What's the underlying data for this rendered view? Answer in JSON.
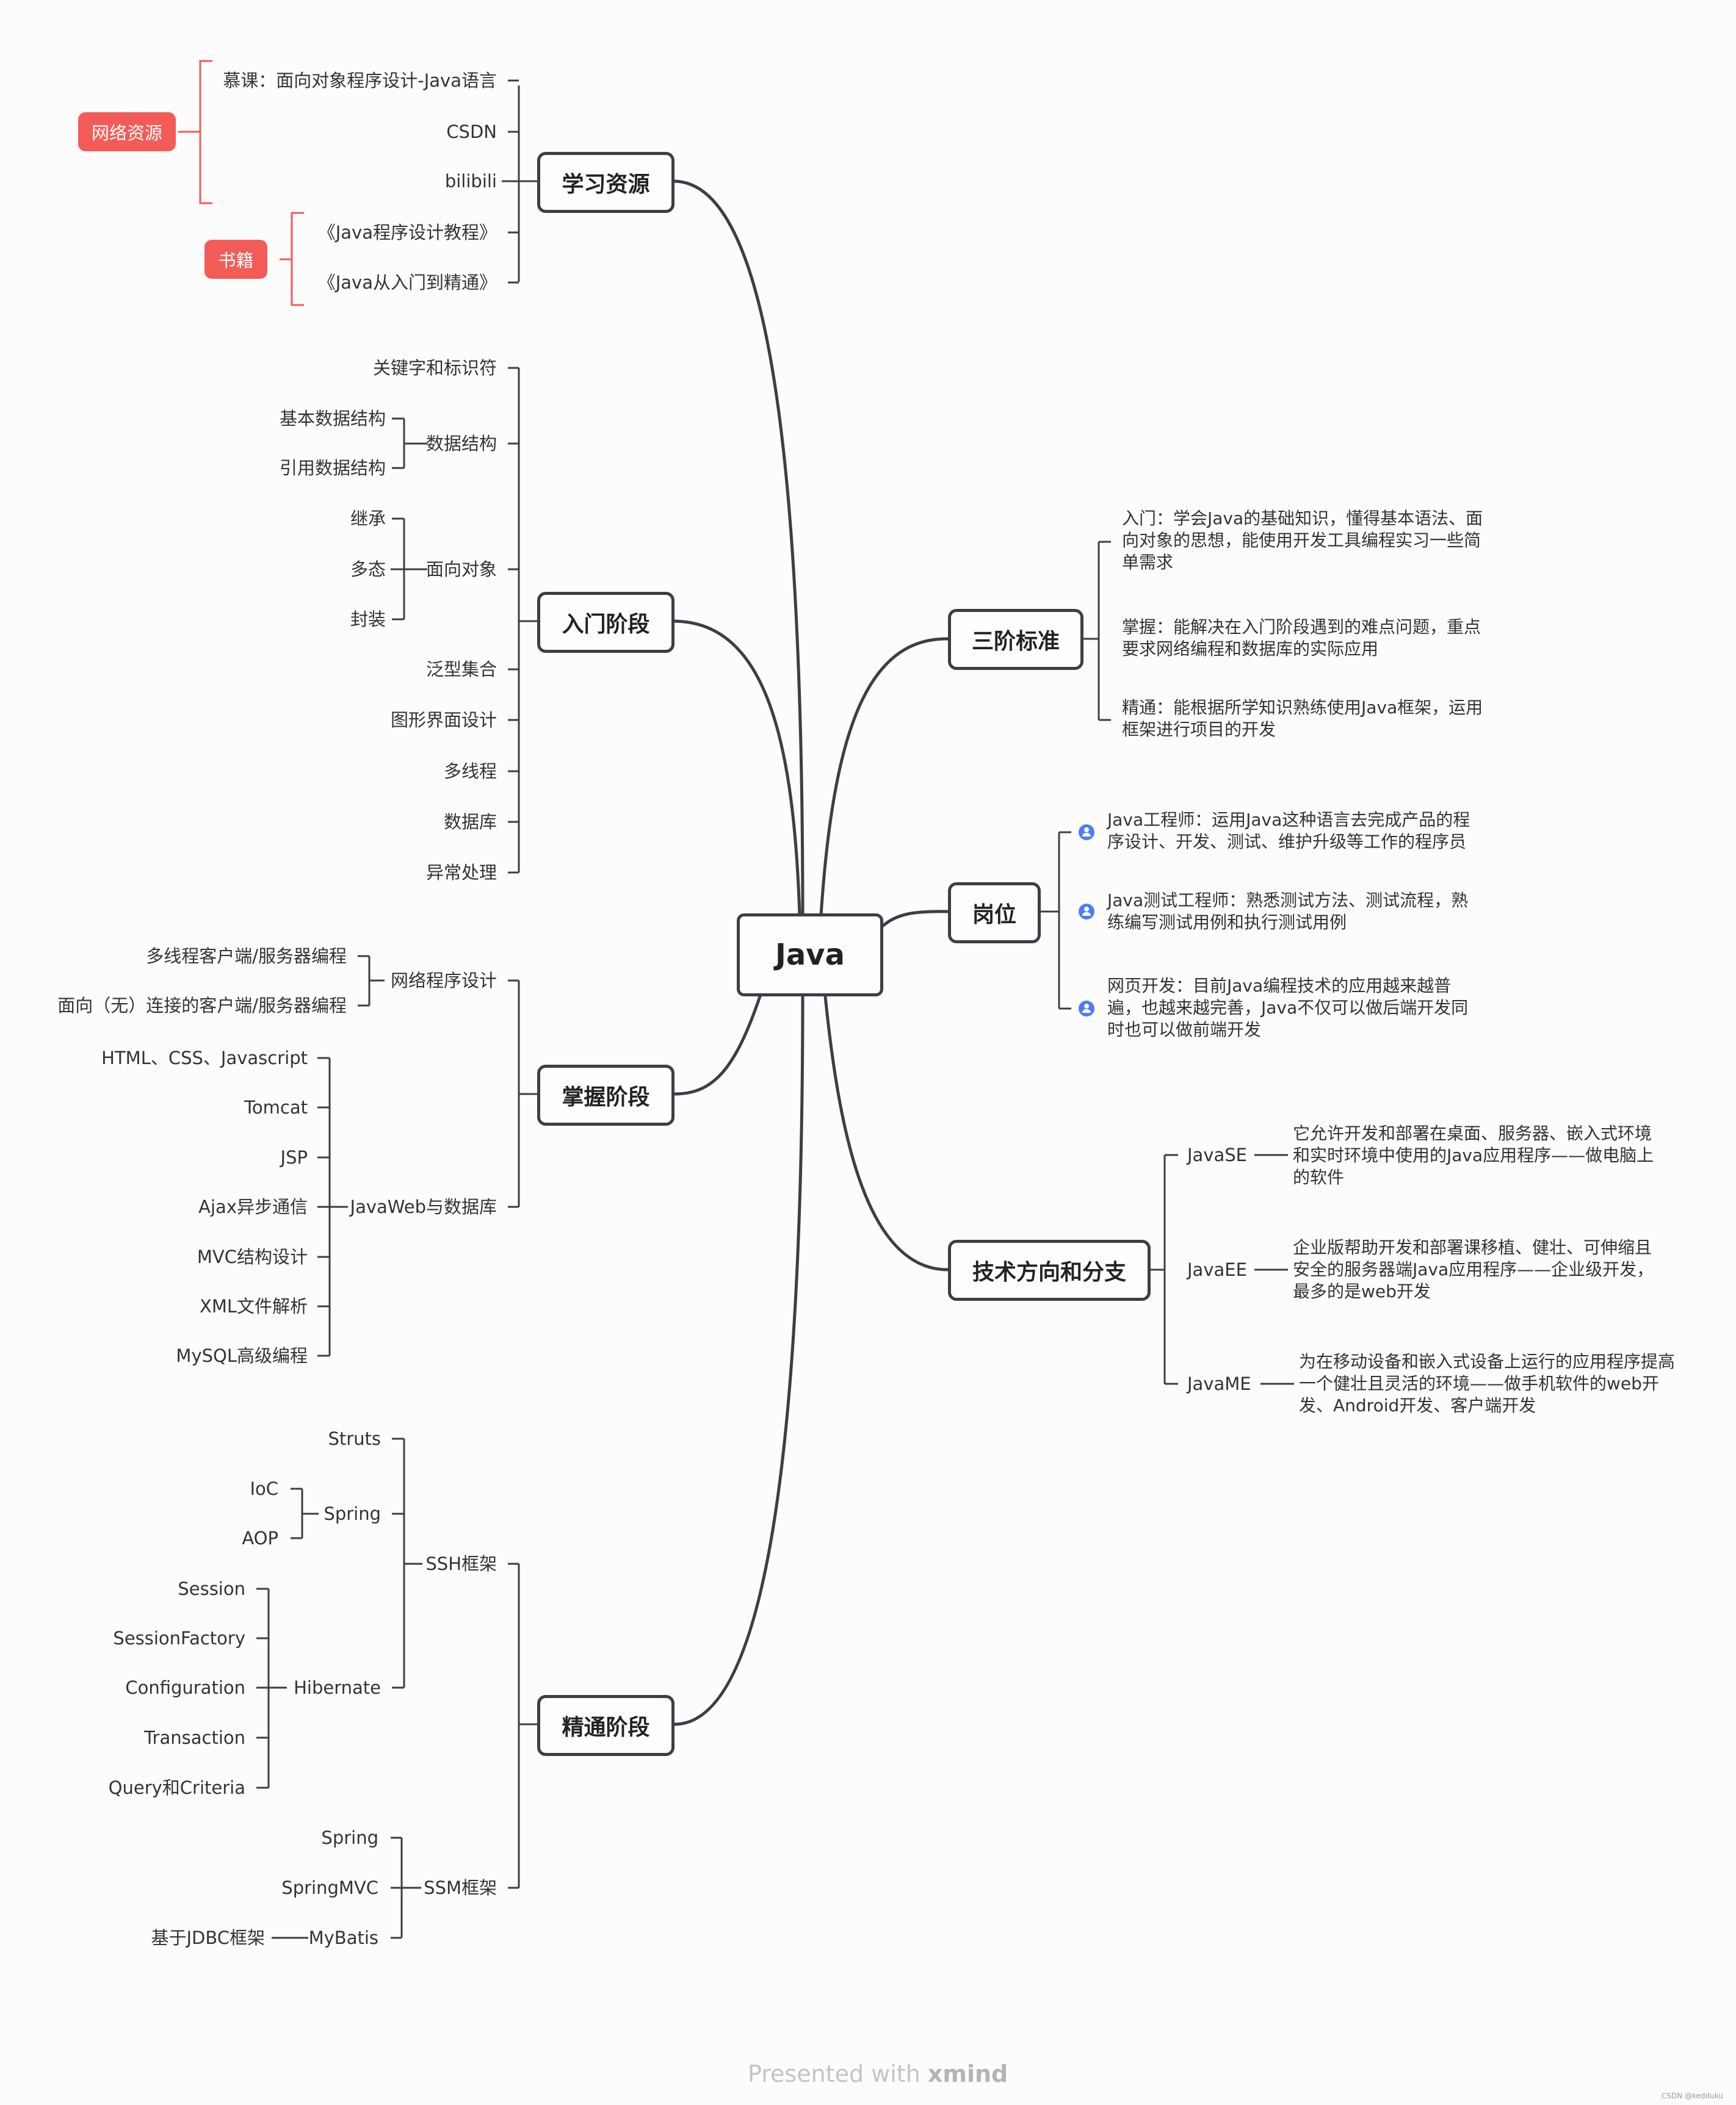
{
  "root": "Java",
  "branches": {
    "learning": "学习资源",
    "entry": "入门阶段",
    "master": "掌握阶段",
    "expert": "精通阶段",
    "three": "三阶标准",
    "jobs": "岗位",
    "tech": "技术方向和分支"
  },
  "learning": {
    "online_tag": "网络资源",
    "books_tag": "书籍",
    "items": [
      "慕课：面向对象程序设计-Java语言",
      "CSDN",
      "bilibili",
      "《Java程序设计教程》",
      "《Java从入门到精通》"
    ]
  },
  "entry": {
    "keywords": "关键字和标识符",
    "data_struct": "数据结构",
    "basic_ds": "基本数据结构",
    "ref_ds": "引用数据结构",
    "oop": "面向对象",
    "inherit": "继承",
    "poly": "多态",
    "encap": "封装",
    "generics": "泛型集合",
    "gui": "图形界面设计",
    "thread": "多线程",
    "db": "数据库",
    "exception": "异常处理"
  },
  "master": {
    "net": "网络程序设计",
    "net_items": [
      "多线程客户端/服务器编程",
      "面向（无）连接的客户端/服务器编程"
    ],
    "web": "JavaWeb与数据库",
    "web_items": [
      "HTML、CSS、Javascript",
      "Tomcat",
      "JSP",
      "Ajax异步通信",
      "MVC结构设计",
      "XML文件解析",
      "MySQL高级编程"
    ]
  },
  "expert": {
    "ssh": "SSH框架",
    "struts": "Struts",
    "spring": "Spring",
    "ioc": "IoC",
    "aop": "AOP",
    "hibernate": "Hibernate",
    "hib_items": [
      "Session",
      "SessionFactory",
      "Configuration",
      "Transaction",
      "Query和Criteria"
    ],
    "ssm": "SSM框架",
    "ssm_spring": "Spring",
    "springmvc": "SpringMVC",
    "mybatis": "MyBatis",
    "jdbc": "基于JDBC框架"
  },
  "three": {
    "entry": "入门：学会Java的基础知识，懂得基本语法、面向对象的思想，能使用开发工具编程实习一些简单需求",
    "master": "掌握：能解决在入门阶段遇到的难点问题，重点要求网络编程和数据库的实际应用",
    "expert": "精通：能根据所学知识熟练使用Java框架，运用框架进行项目的开发"
  },
  "jobs": {
    "engineer": "Java工程师：运用Java这种语言去完成产品的程序设计、开发、测试、维护升级等工作的程序员",
    "tester": "Java测试工程师：熟悉测试方法、测试流程，熟练编写测试用例和执行测试用例",
    "web": "网页开发：目前Java编程技术的应用越来越普遍，也越来越完善，Java不仅可以做后端开发同时也可以做前端开发"
  },
  "tech": {
    "se": "JavaSE",
    "se_desc": "它允许开发和部署在桌面、服务器、嵌入式环境和实时环境中使用的Java应用程序——做电脑上的软件",
    "ee": "JavaEE",
    "ee_desc": "企业版帮助开发和部署课移植、健壮、可伸缩且安全的服务器端Java应用程序——企业级开发，最多的是web开发",
    "me": "JavaME",
    "me_desc": "为在移动设备和嵌入式设备上运行的应用程序提高一个健壮且灵活的环境——做手机软件的web开发、Android开发、客户端开发"
  },
  "footer": {
    "presented": "Presented with",
    "brand": "xmind"
  },
  "watermark": "CSDN @kedduku",
  "colors": {
    "line": "#3a3f47",
    "tag": "#f35c56",
    "pin": "#4d7cf2"
  }
}
